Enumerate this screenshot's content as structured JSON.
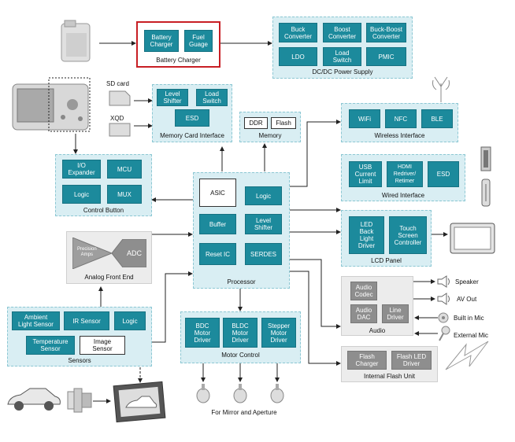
{
  "colors": {
    "block": "#1c8a9c",
    "group_bg": "#d9eef3",
    "highlight_border": "#c81e24",
    "gray_block": "#8e8e8e"
  },
  "battery": {
    "charger": "Battery\nCharger",
    "fuel": "Fuel\nGuage",
    "label": "Battery Charger"
  },
  "power": {
    "buck": "Buck\nConverter",
    "boost": "Boost\nConverter",
    "buckboost": "Buck-Boost\nConverter",
    "ldo": "LDO",
    "load": "Load\nSwitch",
    "pmic": "PMIC",
    "label": "DC/DC Power Supply"
  },
  "memcard": {
    "level": "Level\nShifter",
    "load": "Load\nSwitch",
    "esd": "ESD",
    "label": "Memory Card Interface",
    "sd": "SD card",
    "xqd": "XQD"
  },
  "memory": {
    "ddr": "DDR",
    "flash": "Flash",
    "label": "Memory"
  },
  "wireless": {
    "wifi": "WiFi",
    "nfc": "NFC",
    "ble": "BLE",
    "label": "Wireless Interface"
  },
  "wired": {
    "usb": "USB\nCurrent\nLimit",
    "hdmi": "HDMI\nRedriver/\nRetimer",
    "esd": "ESD",
    "label": "Wired Interface"
  },
  "control": {
    "io": "I/O\nExpander",
    "mcu": "MCU",
    "logic": "Logic",
    "mux": "MUX",
    "label": "Control Button"
  },
  "processor": {
    "asic": "ASIC",
    "logic": "Logic",
    "buffer": "Buffer",
    "level": "Level\nShifter",
    "reset": "Reset IC",
    "serdes": "SERDES",
    "label": "Processor"
  },
  "lcd": {
    "led": "LED\nBack\nLight\nDriver",
    "touch": "Touch\nScreen\nController",
    "label": "LCD Panel"
  },
  "afe": {
    "amps": "Precision\nAmps",
    "adc": "ADC",
    "label": "Analog Front End"
  },
  "audio": {
    "codec": "Audio\nCodec",
    "dac": "Audio\nDAC",
    "line": "Line\nDriver",
    "label": "Audio"
  },
  "audio_out": {
    "speaker": "Speaker",
    "av": "AV Out",
    "mic": "Built in Mic",
    "ext": "External Mic"
  },
  "sensors": {
    "ambient": "Ambient\nLight Sensor",
    "ir": "IR Sensor",
    "logic": "Logic",
    "temp": "Temperature\nSensor",
    "image": "Image\nSensor",
    "label": "Sensors"
  },
  "motor": {
    "bdc": "BDC\nMotor\nDriver",
    "bldc": "BLDC\nMotor\nDriver",
    "stepper": "Stepper\nMotor\nDriver",
    "label": "Motor Control",
    "mirror": "For Mirror and Aperture"
  },
  "flash_unit": {
    "charger": "Flash\nCharger",
    "led": "Flash LED\nDriver",
    "label": "Internal Flash Unit"
  }
}
